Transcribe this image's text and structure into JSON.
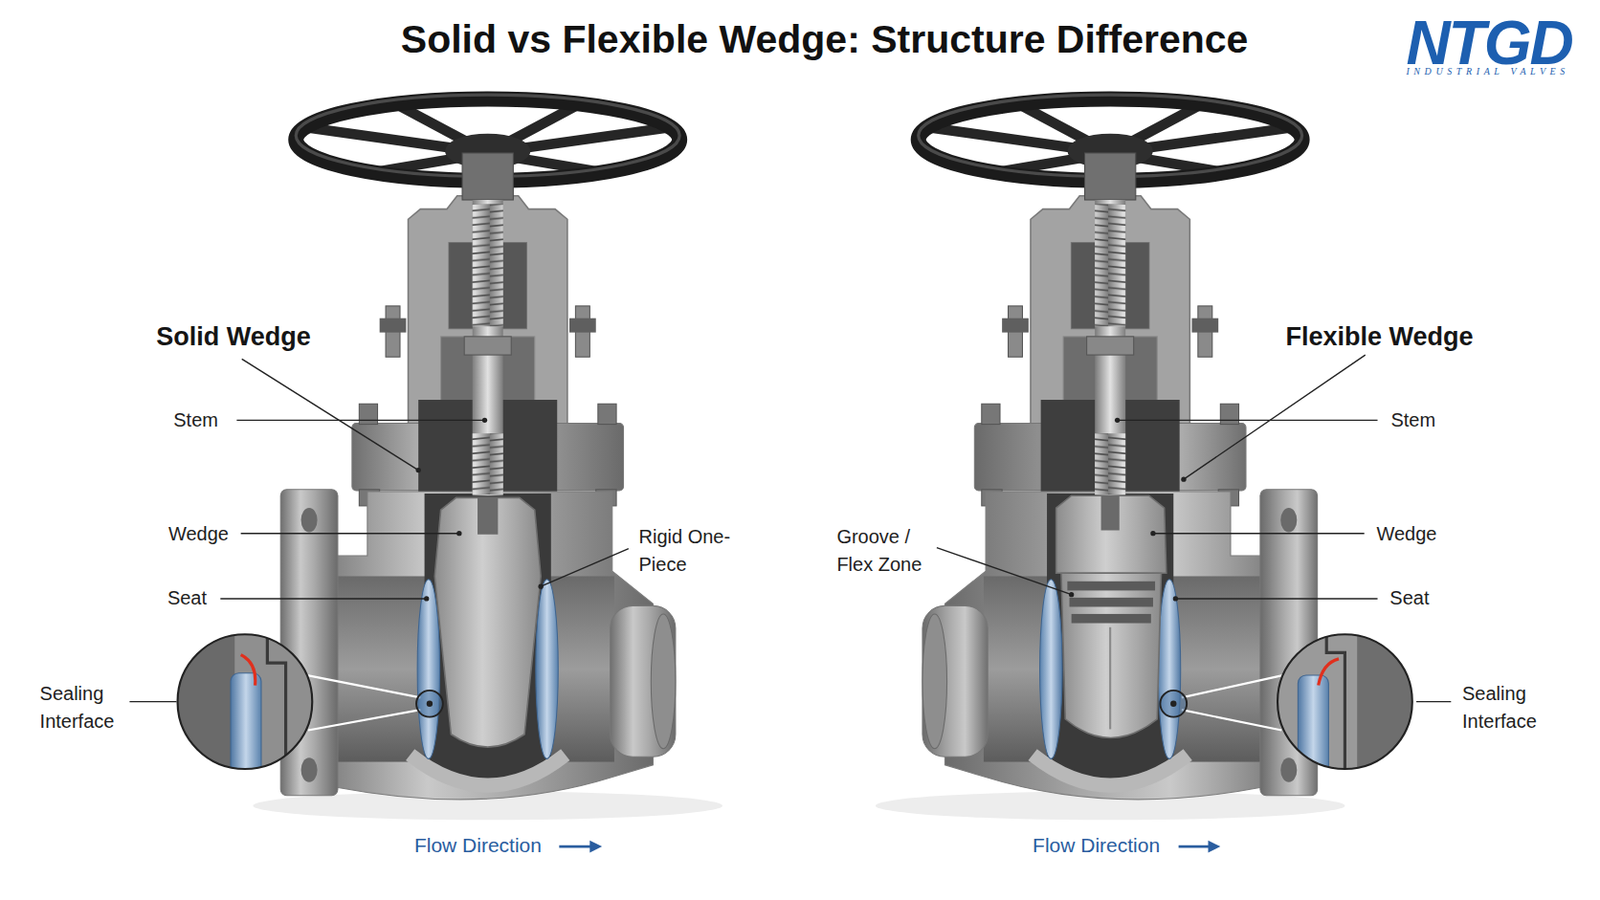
{
  "diagram": {
    "title": "Solid vs Flexible Wedge: Structure Difference",
    "labels": [
      "Solid Wedge",
      "Stem",
      "Wedge",
      "Seat",
      "Rigid One-Piece",
      "Sealing Interface",
      "Flow Direction",
      "Flexible Wedge",
      "Stem",
      "Wedge",
      "Seat",
      "Groove / Flex Zone",
      "Sealing Interface",
      "Flow Direction",
      "NTGD",
      "INDUSTRIAL VALVES"
    ]
  }
}
